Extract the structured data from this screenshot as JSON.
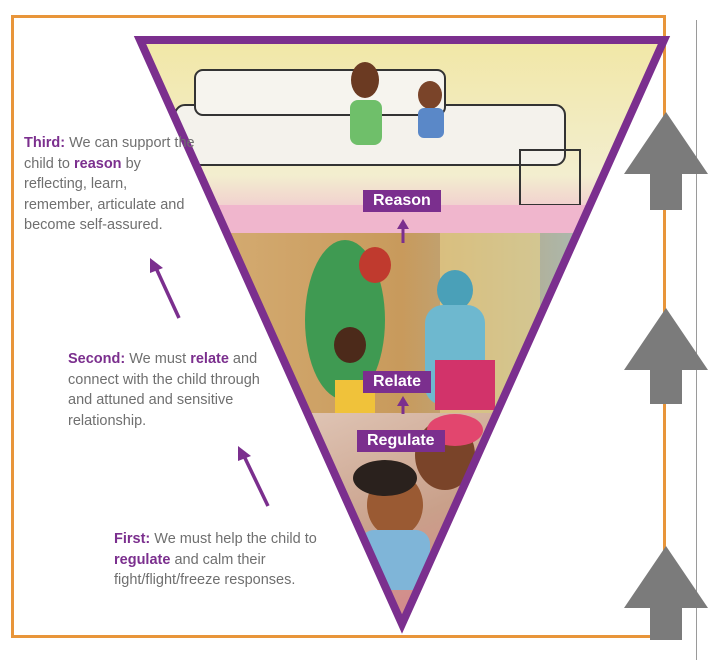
{
  "stages": [
    {
      "key": "third",
      "lead": "Third:",
      "t1": " We can support the child to ",
      "kw": "reason",
      "t2": " by reflecting, learn, remember, articulate and become self-assured.",
      "label": "Reason"
    },
    {
      "key": "second",
      "lead": "Second:",
      "t1": " We must ",
      "kw": "relate",
      "t2": " and connect with the child through and attuned and sensitive relationship.",
      "label": "Relate"
    },
    {
      "key": "first",
      "lead": "First:",
      "t1": " We must help the child to ",
      "kw": "regulate",
      "t2": " and calm their fight/flight/freeze responses.",
      "label": "Regulate"
    }
  ],
  "colors": {
    "frame": "#e8953a",
    "accent": "#7b2f8e",
    "arrow_gray": "#7b7b7b",
    "text": "#6f6f6f"
  },
  "icons": [
    "up-arrow-icon",
    "diagonal-arrow-icon"
  ]
}
